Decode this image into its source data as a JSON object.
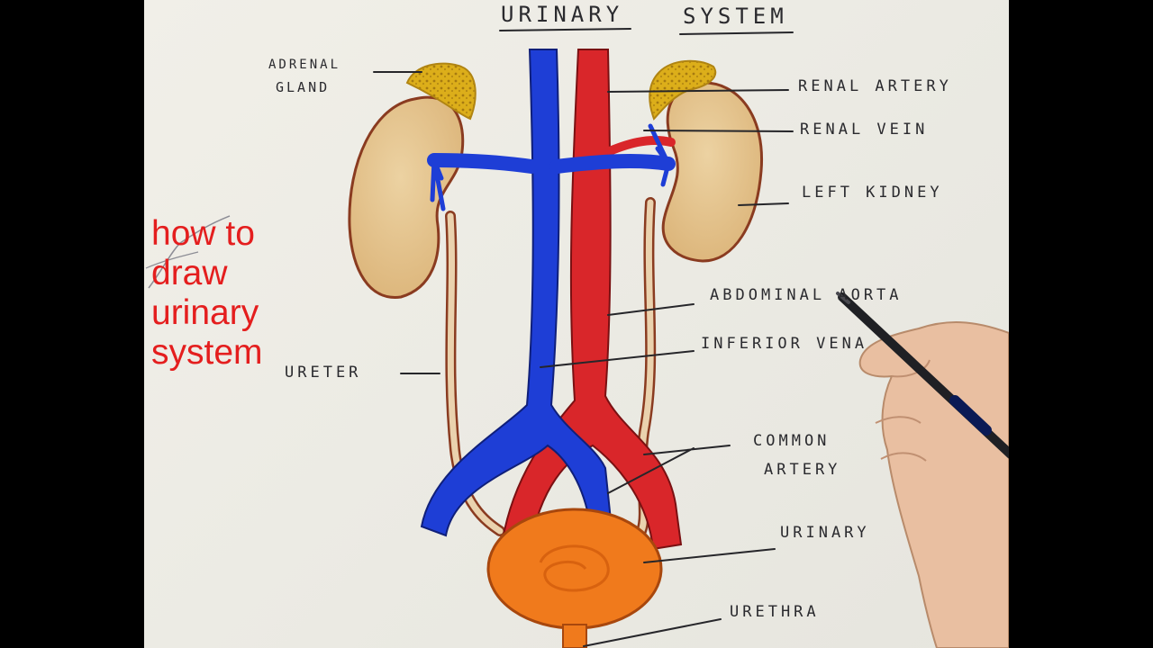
{
  "diagram": {
    "title_words": [
      "URINARY",
      "SYSTEM"
    ],
    "labels": {
      "adrenal_line1": "ADRENAL",
      "adrenal_line2": "GLAND",
      "renal_artery": "RENAL ARTERY",
      "renal_vein": "RENAL VEIN",
      "left_kidney": "LEFT KIDNEY",
      "abdominal_aorta": "ABDOMINAL AORTA",
      "inferior_vena": "INFERIOR VENA",
      "ureter": "URETER",
      "common_line1": "COMMON",
      "common_line2": "ARTERY",
      "urinary": "URINARY",
      "urethra": "URETHRA"
    },
    "colors": {
      "vein": "#1e3ed6",
      "artery": "#d9262a",
      "kidney": "#e6c48e",
      "adrenal": "#dcae1a",
      "bladder": "#f07a1c",
      "ureter": "#ead2ae",
      "overlay_text": "#e41e1e"
    }
  },
  "overlay": {
    "lines": [
      "how to",
      "draw",
      "urinary",
      "system"
    ]
  },
  "scene": {
    "tool": "pen-in-hand"
  }
}
